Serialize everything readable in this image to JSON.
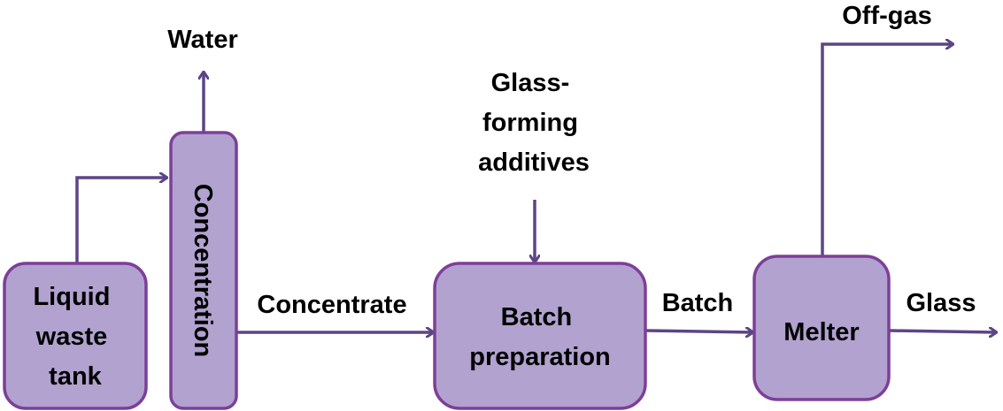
{
  "colors": {
    "box_fill": "#b2a2cf",
    "box_stroke": "#7d3f98",
    "arrow": "#5c4585",
    "text": "#000000"
  },
  "boxes": {
    "liquid_waste_tank": {
      "lines": [
        "Liquid",
        "waste",
        "tank"
      ]
    },
    "concentration": {
      "label": "Concentration"
    },
    "batch_preparation": {
      "lines": [
        "Batch",
        "preparation"
      ]
    },
    "melter": {
      "label": "Melter"
    }
  },
  "flows": {
    "water": "Water",
    "concentrate": "Concentrate",
    "glass_forming_additives": [
      "Glass-",
      "forming",
      "additives"
    ],
    "batch": "Batch",
    "off_gas": "Off-gas",
    "glass": "Glass"
  }
}
